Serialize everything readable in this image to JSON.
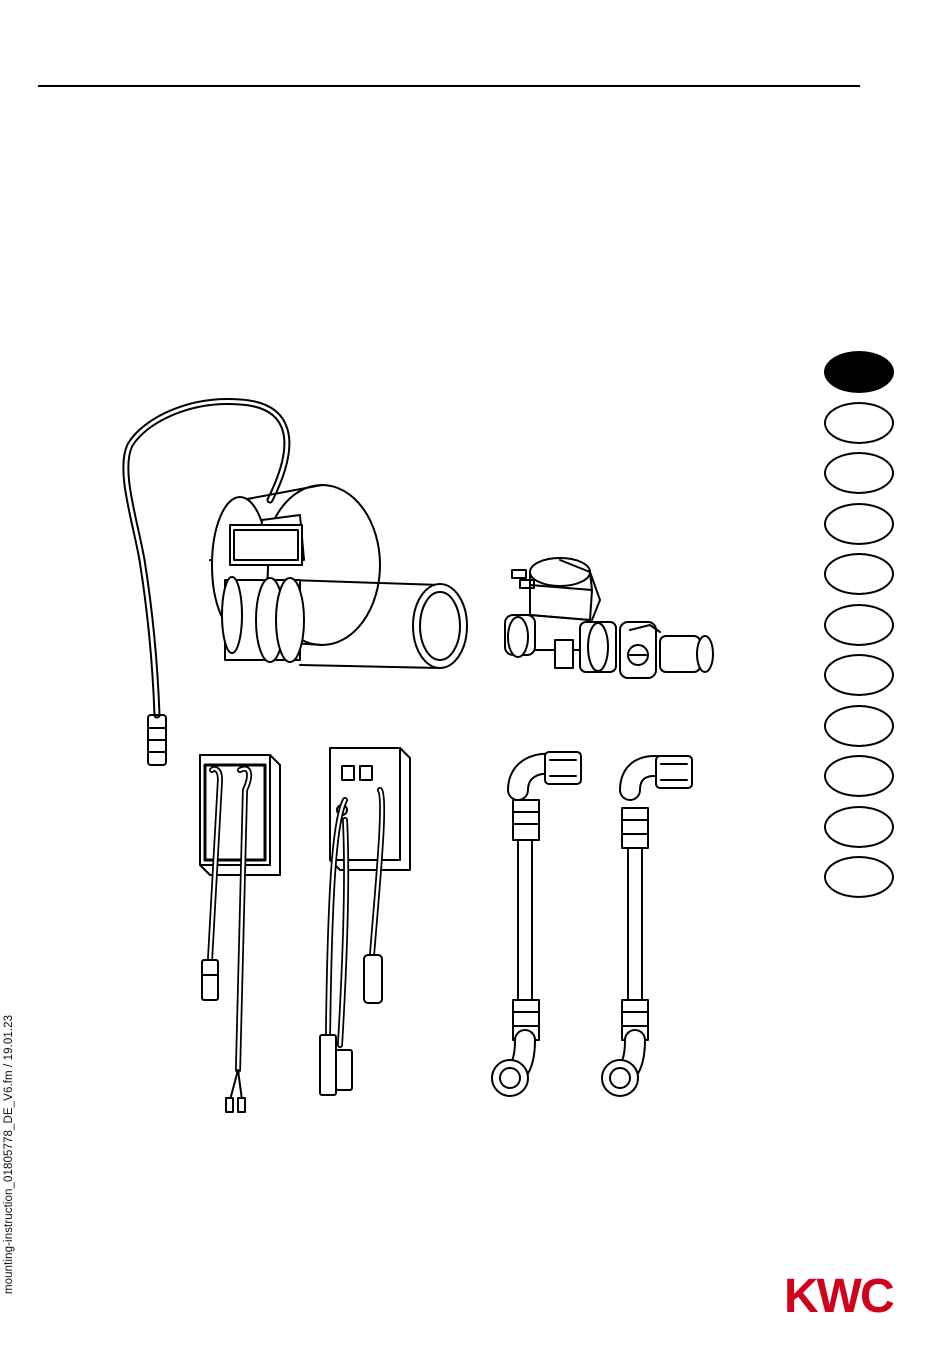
{
  "document": {
    "footer_reference": "mounting-instruction_01805778_DE_V6.fm / 19.01.23"
  },
  "language_selector": {
    "count": 11,
    "active_index": 0
  },
  "logo": {
    "text": "KWC",
    "color": "#d0021b"
  },
  "illustration": {
    "parts": [
      "sensor-with-cable-icon",
      "solenoid-valve-icon",
      "power-supply-box-icon",
      "battery-box-icon",
      "flex-hose-icon",
      "flex-hose-icon"
    ]
  }
}
